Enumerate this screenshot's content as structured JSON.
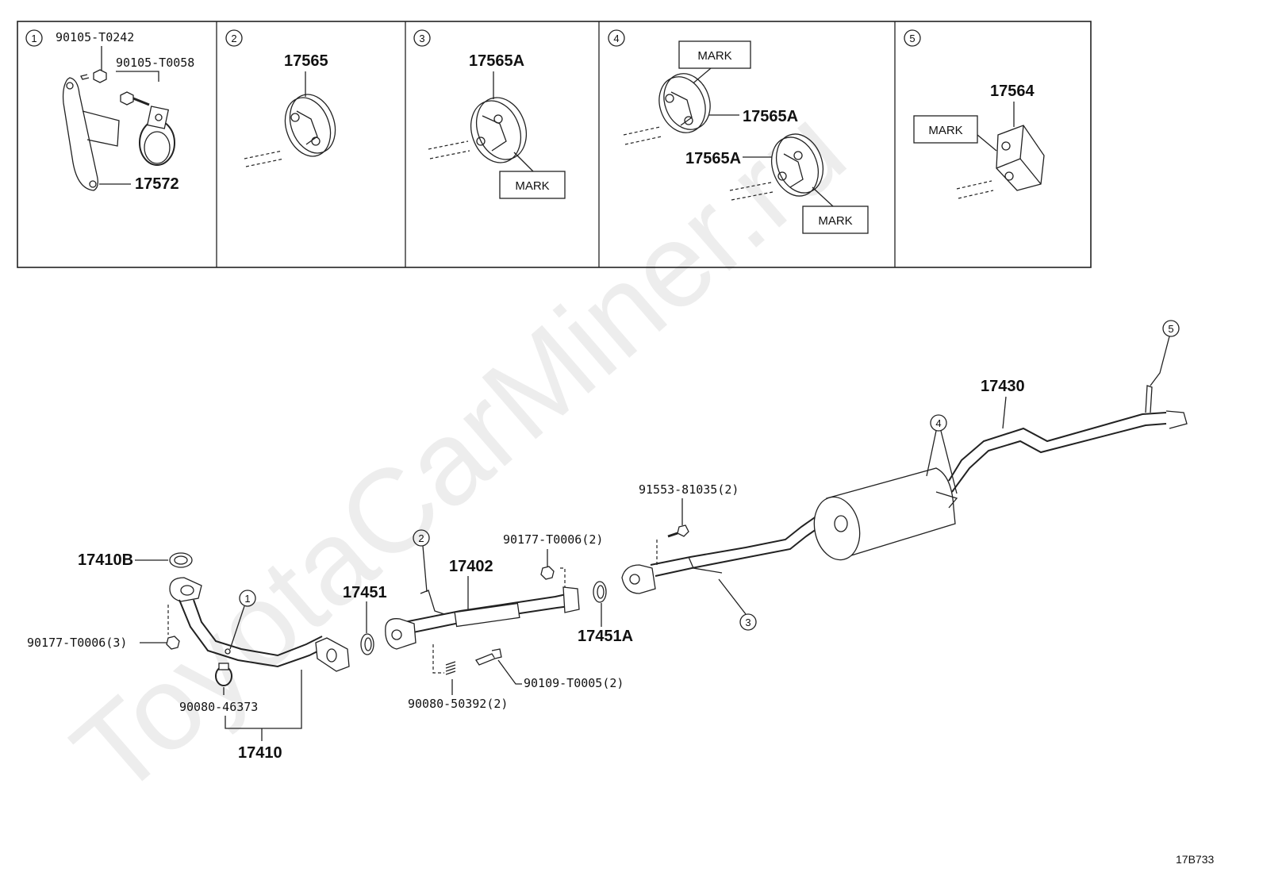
{
  "watermark": "ToyotaCarMiner.ru",
  "diagram_code": "17B733",
  "mark_label": "MARK",
  "callouts": [
    "1",
    "2",
    "3",
    "4",
    "5"
  ],
  "detail_panels": {
    "p1": {
      "labels": [
        "90105-T0242",
        "90105-T0058",
        "17572"
      ]
    },
    "p2": {
      "labels": [
        "17565"
      ]
    },
    "p3": {
      "labels": [
        "17565A"
      ]
    },
    "p4": {
      "labels": [
        "17565A",
        "17565A"
      ]
    },
    "p5": {
      "labels": [
        "17564"
      ]
    }
  },
  "main_labels": {
    "l17430": "17430",
    "l91553": "91553-81035(2)",
    "l90177a": "90177-T0006(2)",
    "l17402": "17402",
    "l17410B": "17410B",
    "l17451": "17451",
    "l17451A": "17451A",
    "l90177b": "90177-T0006(3)",
    "l90080a": "90080-46373",
    "l17410": "17410",
    "l90080b": "90080-50392(2)",
    "l90109": "90109-T0005(2)"
  }
}
